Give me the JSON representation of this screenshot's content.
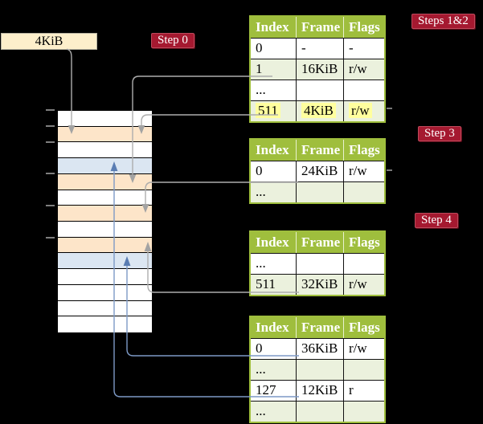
{
  "colors": {
    "background": "#000000",
    "table_green": "#9fbe3d",
    "table_row_green": "#ebf1dd",
    "highlight_yellow": "#ffff9e",
    "badge_red": "#a51930",
    "memory_peach": "#fde5c9",
    "memory_blue": "#dbe6f2",
    "register_box_cream": "#fdefcb",
    "connector_gray": "#adadad",
    "connector_blue": "#7d99c6"
  },
  "frame_box": {
    "label": "4KiB"
  },
  "badges": [
    {
      "id": "step0",
      "label": "Step 0"
    },
    {
      "id": "steps12",
      "label": "Steps 1&2"
    },
    {
      "id": "step3",
      "label": "Step 3"
    },
    {
      "id": "step4",
      "label": "Step 4"
    }
  ],
  "memory_stack": {
    "rows": [
      "white",
      "peach",
      "white",
      "blue",
      "peach",
      "white",
      "peach",
      "white",
      "peach",
      "blue",
      "white",
      "white",
      "white",
      "white"
    ]
  },
  "tables": [
    {
      "headers": [
        "Index",
        "Frame",
        "Flags"
      ],
      "rows": [
        {
          "cells": [
            "0",
            "-",
            "-"
          ]
        },
        {
          "cells": [
            "1",
            "16KiB",
            "r/w"
          ]
        },
        {
          "cells": [
            "...",
            "",
            ""
          ]
        },
        {
          "cells": [
            "511",
            "4KiB",
            "r/w"
          ],
          "highlight": true
        }
      ]
    },
    {
      "headers": [
        "Index",
        "Frame",
        "Flags"
      ],
      "rows": [
        {
          "cells": [
            "0",
            "24KiB",
            "r/w"
          ]
        },
        {
          "cells": [
            "...",
            "",
            ""
          ]
        }
      ]
    },
    {
      "headers": [
        "Index",
        "Frame",
        "Flags"
      ],
      "rows": [
        {
          "cells": [
            "...",
            "",
            ""
          ]
        },
        {
          "cells": [
            "511",
            "32KiB",
            "r/w"
          ]
        }
      ]
    },
    {
      "headers": [
        "Index",
        "Frame",
        "Flags"
      ],
      "rows": [
        {
          "cells": [
            "0",
            "36KiB",
            "r/w"
          ]
        },
        {
          "cells": [
            "...",
            "",
            ""
          ]
        },
        {
          "cells": [
            "127",
            "12KiB",
            "r"
          ]
        },
        {
          "cells": [
            "...",
            "",
            ""
          ]
        }
      ]
    }
  ]
}
